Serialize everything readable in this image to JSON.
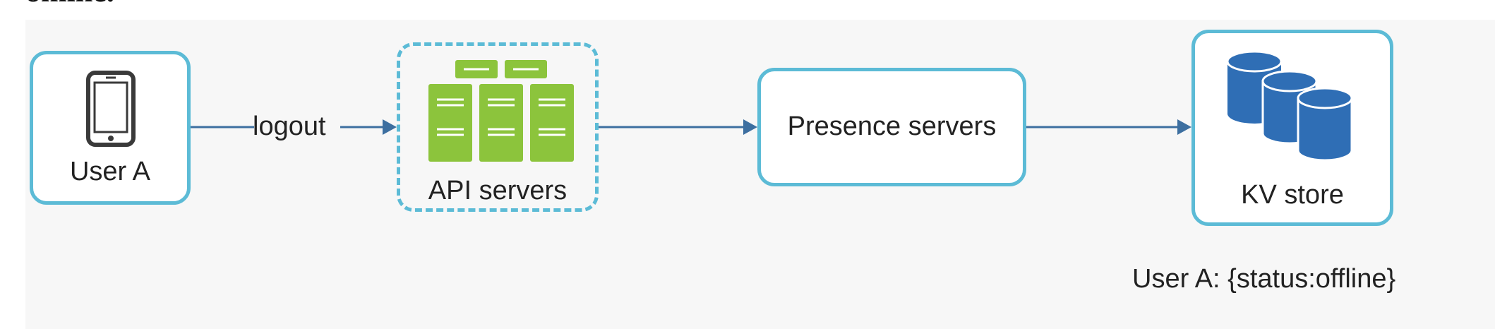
{
  "nodes": {
    "user": {
      "label": "User A",
      "icon": "mobile-phone-icon"
    },
    "api": {
      "label": "API servers",
      "icon": "server-rack-icon"
    },
    "presence": {
      "label": "Presence servers"
    },
    "kv": {
      "label": "KV store",
      "icon": "database-icon"
    }
  },
  "edges": {
    "user_to_api": {
      "label": "logout"
    }
  },
  "annotation": {
    "text": "User A: {status:offline}"
  },
  "colors": {
    "node_border": "#5cbbd6",
    "arrow": "#3d6fa0",
    "server_green": "#8cc43c",
    "db_blue": "#2f6eb5"
  }
}
